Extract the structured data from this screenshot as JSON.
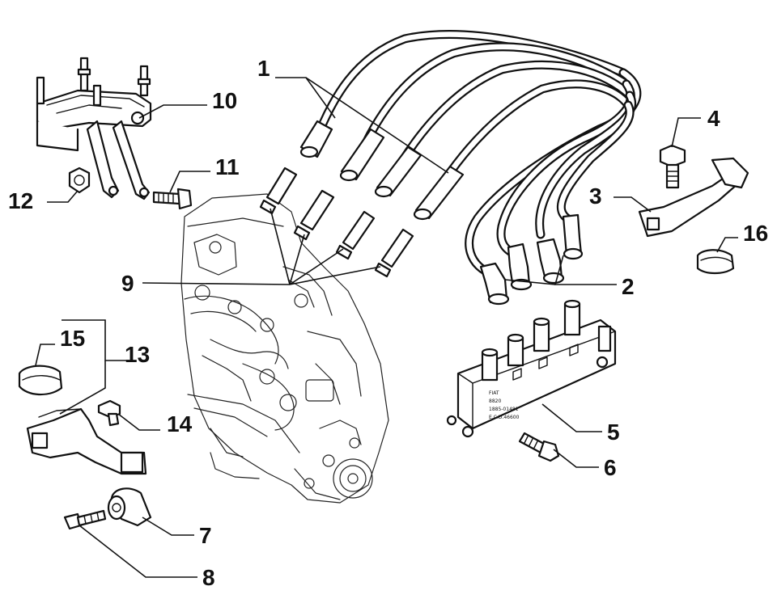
{
  "callouts": [
    {
      "id": "1",
      "label": "1"
    },
    {
      "id": "2",
      "label": "2"
    },
    {
      "id": "3",
      "label": "3"
    },
    {
      "id": "4",
      "label": "4"
    },
    {
      "id": "5",
      "label": "5"
    },
    {
      "id": "6",
      "label": "6"
    },
    {
      "id": "7",
      "label": "7"
    },
    {
      "id": "8",
      "label": "8"
    },
    {
      "id": "9",
      "label": "9"
    },
    {
      "id": "10",
      "label": "10"
    },
    {
      "id": "11",
      "label": "11"
    },
    {
      "id": "12",
      "label": "12"
    },
    {
      "id": "13",
      "label": "13"
    },
    {
      "id": "14",
      "label": "14"
    },
    {
      "id": "15",
      "label": "15"
    },
    {
      "id": "16",
      "label": "16"
    }
  ],
  "coil_labels": {
    "line1": "FIAT",
    "line2": "8820",
    "line3": "1885-01481",
    "line4": "E.C.D.46600"
  },
  "colors": {
    "ink": "#111111",
    "paper": "#ffffff"
  }
}
